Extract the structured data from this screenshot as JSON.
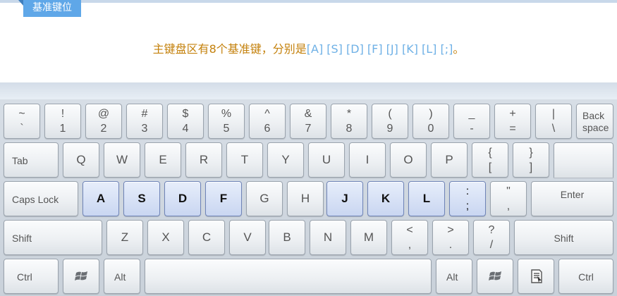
{
  "header": {
    "tag": "基准键位",
    "intro_text": "主键盘区有8个基准键，分别是",
    "intro_keys": "[A] [S] [D] [F] [J] [K] [L] [;]",
    "intro_end": "。"
  },
  "keyboard": {
    "row1": [
      {
        "top": "~",
        "bottom": "`"
      },
      {
        "top": "!",
        "bottom": "1"
      },
      {
        "top": "@",
        "bottom": "2"
      },
      {
        "top": "#",
        "bottom": "3"
      },
      {
        "top": "$",
        "bottom": "4"
      },
      {
        "top": "%",
        "bottom": "5"
      },
      {
        "top": "^",
        "bottom": "6"
      },
      {
        "top": "&",
        "bottom": "7"
      },
      {
        "top": "*",
        "bottom": "8"
      },
      {
        "top": "(",
        "bottom": "9"
      },
      {
        "top": ")",
        "bottom": "0"
      },
      {
        "top": "_",
        "bottom": "-"
      },
      {
        "top": "+",
        "bottom": "="
      },
      {
        "top": "|",
        "bottom": "\\"
      }
    ],
    "backspace_line1": "Back",
    "backspace_line2": "space",
    "tab": "Tab",
    "row2": [
      "Q",
      "W",
      "E",
      "R",
      "T",
      "Y",
      "U",
      "I",
      "O",
      "P"
    ],
    "row2_brackets": [
      {
        "top": "{",
        "bottom": "["
      },
      {
        "top": "}",
        "bottom": "]"
      }
    ],
    "enter": "Enter",
    "caps": "Caps Lock",
    "row3": [
      "A",
      "S",
      "D",
      "F",
      "G",
      "H",
      "J",
      "K",
      "L"
    ],
    "home_keys": [
      "A",
      "S",
      "D",
      "F",
      "J",
      "K",
      "L",
      ";"
    ],
    "row3_semicolon": {
      "top": ":",
      "bottom": ";"
    },
    "row3_quote": {
      "top": "\"",
      "bottom": ","
    },
    "shift_left": "Shift",
    "row4": [
      "Z",
      "X",
      "C",
      "V",
      "B",
      "N",
      "M"
    ],
    "row4_punct": [
      {
        "top": "<",
        "bottom": ","
      },
      {
        "top": ">",
        "bottom": "."
      },
      {
        "top": "?",
        "bottom": "/"
      }
    ],
    "shift_right": "Shift",
    "ctrl_left": "Ctrl",
    "alt_left": "Alt",
    "alt_right": "Alt",
    "ctrl_right": "Ctrl",
    "windows_icon": "windows-icon",
    "menu_icon": "menu-icon"
  },
  "colors": {
    "tag_bg": "#5fa7e8",
    "intro_text": "#c4810c",
    "intro_keys": "#6fb1e6",
    "home_key_bg": "#c9d6f1"
  }
}
